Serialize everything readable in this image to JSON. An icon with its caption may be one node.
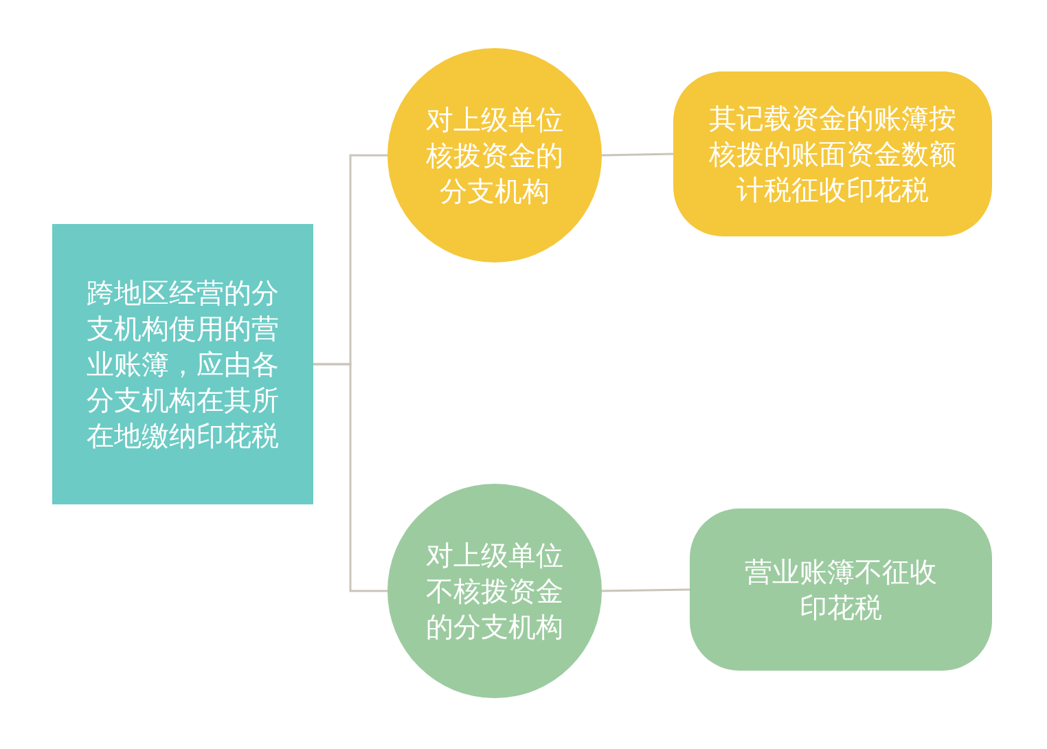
{
  "diagram": {
    "nodes": [
      {
        "text": [
          "跨地区经营的分支机构使用的营业账簿，应由各分支机构在其所在地缴纳印花税"
        ]
      },
      {
        "text": [
          "对上级单位核拨资金的分支机构"
        ]
      },
      {
        "text": [
          "其记载资金的账簿按核拨的账面资金数额计税征收印花税"
        ]
      },
      {
        "text": [
          "对上级单位不核拨资金的分支机构"
        ]
      },
      {
        "text": [
          "营业账簿不征收印花税"
        ]
      }
    ],
    "edges": [
      {
        "from": 0,
        "to": 1,
        "arrow": "none"
      },
      {
        "from": 0,
        "to": 3,
        "arrow": "none"
      },
      {
        "from": 1,
        "to": 2,
        "arrow": "none"
      },
      {
        "from": 3,
        "to": 4,
        "arrow": "none"
      }
    ]
  }
}
